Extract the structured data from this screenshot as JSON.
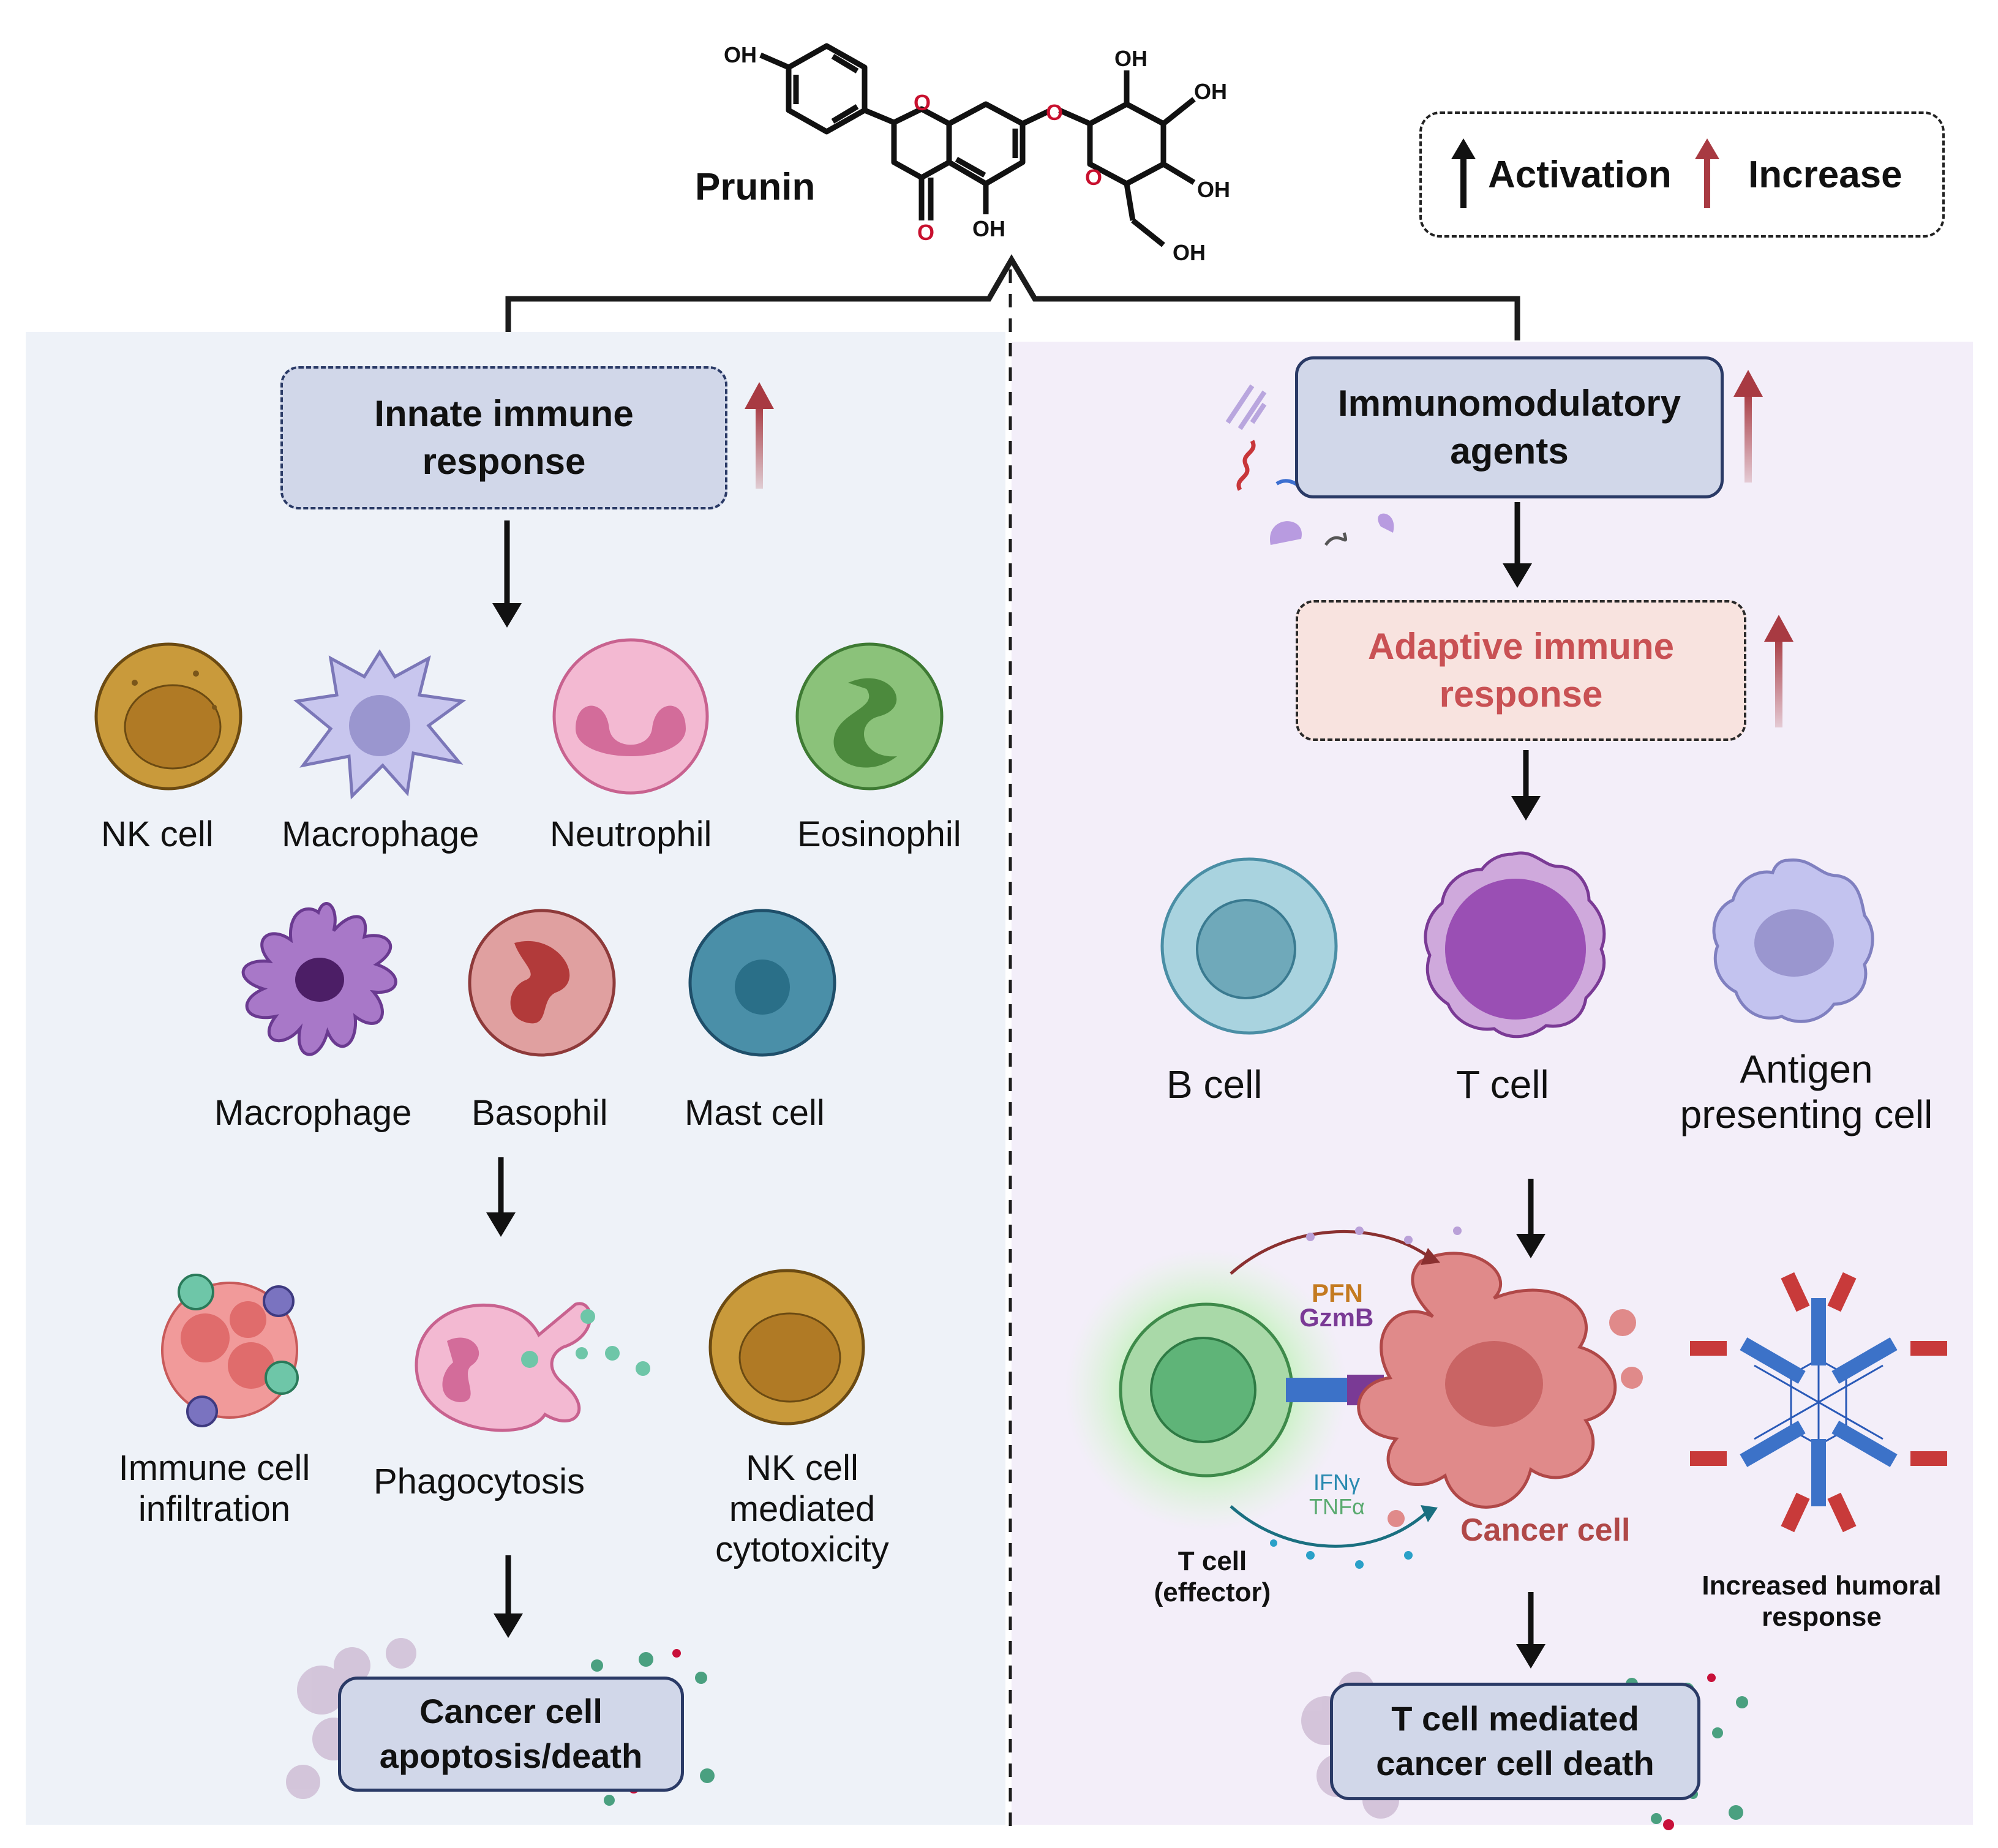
{
  "colors": {
    "left_panel_bg": "#eef2f8",
    "right_panel_bg": "#f3eef9",
    "box_fill": "#d1d7e9",
    "box_border": "#2a3a66",
    "adaptive_fill": "#f8e3df",
    "adaptive_text": "#c95154",
    "increase_arrow": "#a83a42",
    "activation_arrow": "#111111"
  },
  "header": {
    "compound_name": "Prunin",
    "atoms": {
      "oh_1": "OH",
      "oh_2": "OH",
      "oh_3": "OH",
      "oh_4": "OH",
      "oh_5": "OH",
      "oh_6": "OH",
      "o_carbonyl": "O",
      "o_ring1": "O",
      "o_link": "O",
      "o_ring2": "O"
    }
  },
  "legend": {
    "activation_label": "Activation",
    "increase_label": "Increase"
  },
  "left": {
    "innate_box": "Innate immune\nresponse",
    "cells_row1": [
      "NK cell",
      "Macrophage",
      "Neutrophil",
      "Eosinophil"
    ],
    "cells_row2": [
      "Macrophage",
      "Basophil",
      "Mast cell"
    ],
    "effects": [
      "Immune cell\ninfiltration",
      "Phagocytosis",
      "NK cell\nmediated\ncytotoxicity"
    ],
    "outcome_box": "Cancer cell\napoptosis/death"
  },
  "right": {
    "immuno_box": "Immunomodulatory\nagents",
    "adaptive_box": "Adaptive immune\nresponse",
    "cells": [
      "B cell",
      "T cell",
      "Antigen\npresenting cell"
    ],
    "pfn": "PFN",
    "gzmb": "GzmB",
    "ifng": "IFNγ",
    "tnfa": "TNFα",
    "cancer_cell": "Cancer cell",
    "t_effector": "T cell\n(effector)",
    "humoral": "Increased humoral\nresponse",
    "outcome_box": "T cell mediated\ncancer cell death"
  }
}
